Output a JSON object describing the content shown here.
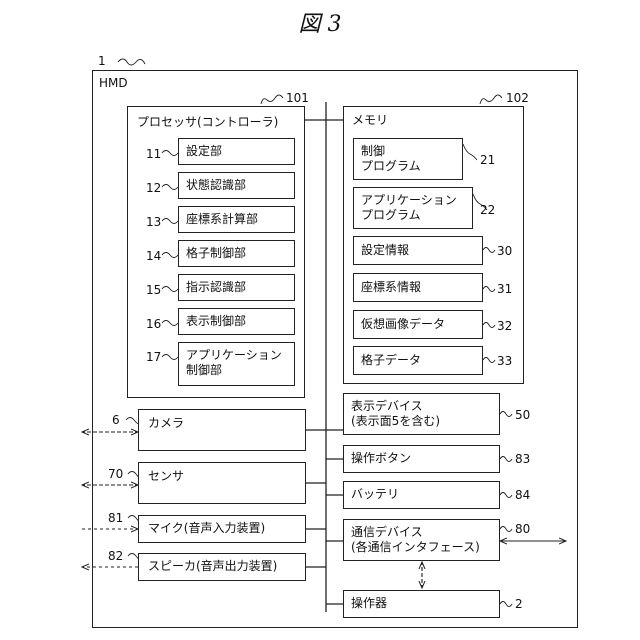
{
  "figure_title": "図 3",
  "device": {
    "ref": "1",
    "label": "HMD"
  },
  "processor": {
    "ref": "101",
    "label": "プロセッサ(コントローラ)",
    "units": [
      {
        "ref": "11",
        "label": "設定部"
      },
      {
        "ref": "12",
        "label": "状態認識部"
      },
      {
        "ref": "13",
        "label": "座標系計算部"
      },
      {
        "ref": "14",
        "label": "格子制御部"
      },
      {
        "ref": "15",
        "label": "指示認識部"
      },
      {
        "ref": "16",
        "label": "表示制御部"
      },
      {
        "ref": "17",
        "label": "アプリケーション\n制御部"
      }
    ]
  },
  "memory": {
    "ref": "102",
    "label": "メモリ",
    "items": [
      {
        "ref": "21",
        "label": "制御\nプログラム"
      },
      {
        "ref": "22",
        "label": "アプリケーション\nプログラム"
      },
      {
        "ref": "30",
        "label": "設定情報"
      },
      {
        "ref": "31",
        "label": "座標系情報"
      },
      {
        "ref": "32",
        "label": "仮想画像データ"
      },
      {
        "ref": "33",
        "label": "格子データ"
      }
    ]
  },
  "left_devices": [
    {
      "ref": "6",
      "label": "カメラ"
    },
    {
      "ref": "70",
      "label": "センサ"
    },
    {
      "ref": "81",
      "label": "マイク(音声入力装置)"
    },
    {
      "ref": "82",
      "label": "スピーカ(音声出力装置)"
    }
  ],
  "right_devices": [
    {
      "ref": "50",
      "label": "表示デバイス\n(表示面5を含む)"
    },
    {
      "ref": "83",
      "label": "操作ボタン"
    },
    {
      "ref": "84",
      "label": "バッテリ"
    },
    {
      "ref": "80",
      "label": "通信デバイス\n(各通信インタフェース)"
    },
    {
      "ref": "2",
      "label": "操作器"
    }
  ]
}
